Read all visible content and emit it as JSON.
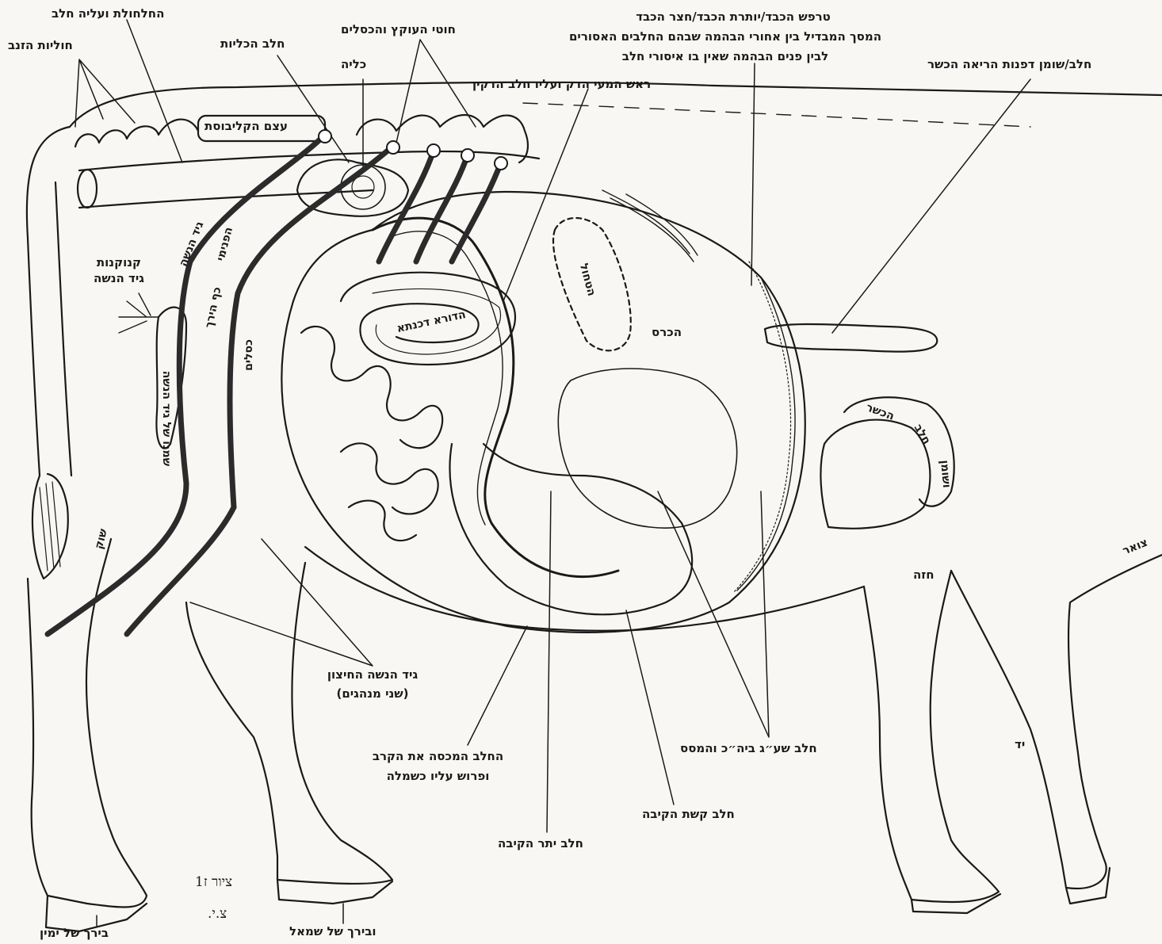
{
  "labels": {
    "tail_fat": "חוליות הזנב",
    "vertebrae_fat": "החלחולת ועליה חלב",
    "kidney_fat": "חלב הכליות",
    "spine_threads": "חוטי העוקץ והכסלים",
    "kidney": "כליה",
    "liver_1": "טרפש הכבד/יותרת הכבד/חצר הכבד",
    "liver_2": "המסך המבדיל בין אחורי הבהמה שבהם החלבים האסורים",
    "liver_3": "לבין פנים הבהמה שאין בו איסורי חלב",
    "small_intestine_head": "ראש המעי הדק ועליו חלב הדקין",
    "lung_fat": "חלב/שומן דפנות הריאה הכשר",
    "pelvis_bone": "עצם הקליבוסת",
    "sinew_branch_1": "קנוקנות",
    "sinew_branch_2": "גיד הנשה",
    "sciatic_nerve": "גיד הנשה",
    "inner": "הפנימי",
    "palm_thigh": "כף הירך",
    "fat_of_sinew": "שמנו של גיד הנשה",
    "cecum": "כסלים",
    "colon": "הדורא דכנתא",
    "spleen": "הטחול",
    "rumen": "הכרס",
    "kosher_fat_1": "הכשר",
    "kosher_fat_2": "חלב",
    "kosher_fat_3": "ושומן",
    "thigh": "שוק",
    "chest": "חזה",
    "neck": "צואר",
    "foreleg": "יד",
    "outer_sinew_1": "גיד הנשה החיצון",
    "outer_sinew_2": "(שני מנהגים)",
    "covering_fat_1": "החלב המכסה את הקרב",
    "covering_fat_2": "ופרוש עליו כשמלה",
    "abomasum_arc_fat": "חלב קשת הקיבה",
    "abomasum_extra_fat": "חלב יתר הקיבה",
    "fat_ex_plus": "חלב שע״ג ביה״כ והמסס",
    "figure": "ציור ז1",
    "initials": "צ.י.",
    "right_thigh": "בירך של ימין",
    "left_thigh": "ובירך של שמאל"
  },
  "colors": {
    "ink": "#1a1a1a",
    "nerve": "#2b2b2b",
    "paper": "#f8f7f3"
  }
}
